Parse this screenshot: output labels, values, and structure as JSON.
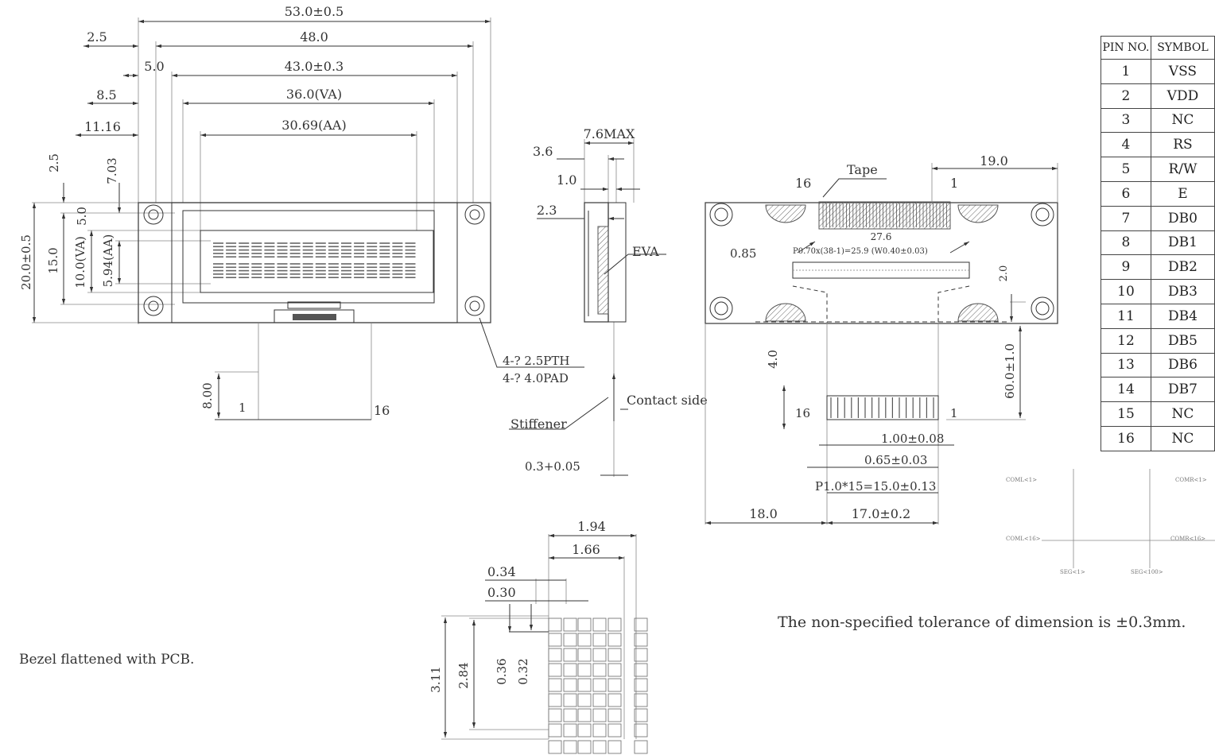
{
  "front_view": {
    "dims_top": [
      "53.0±0.5",
      "48.0",
      "43.0±0.3",
      "36.0(VA)",
      "30.69(AA)"
    ],
    "dims_left_top": [
      "2.5",
      "5.0",
      "8.5",
      "11.16"
    ],
    "dims_vertical": [
      "2.5",
      "7.03",
      "5.0",
      "20.0±0.5",
      "15.0",
      "10.0(VA)",
      "5.94(AA)"
    ],
    "pad_note_1": "4-? 2.5PTH",
    "pad_note_2": "4-? 4.0PAD",
    "fpc_height": "8.00",
    "fpc_pin_first": "1",
    "fpc_pin_last": "16",
    "bezel_note": "Bezel flattened with PCB."
  },
  "side_view": {
    "dims": [
      "7.6MAX",
      "3.6",
      "1.0",
      "2.3",
      "0.3+0.05"
    ],
    "labels": {
      "eva": "EVA",
      "contact_side": "Contact side",
      "stiffener": "Stiffener"
    }
  },
  "rear_view": {
    "labels": {
      "tape": "Tape",
      "pin_16": "16",
      "pin_1": "1"
    },
    "dims": {
      "width_right": "19.0",
      "tape_width": "27.6",
      "pitch": "P0.70x(38-1)=25.9 (W0.40±0.03)",
      "gap": "0.85",
      "thickness": "2.0",
      "fpc_length": "60.0±1.0",
      "stiffener": "4.0",
      "contact_width": "1.00±0.08",
      "contact_gap": "0.65±0.03",
      "contact_pitch": "P1.0*15=15.0±0.13",
      "offset_left": "18.0",
      "fpc_width": "17.0±0.2"
    },
    "tolerance_note": "The non-specified tolerance of dimension is ±0.3mm."
  },
  "dot_detail": {
    "dims": [
      "1.94",
      "1.66",
      "0.34",
      "0.30",
      "3.11",
      "2.84",
      "0.36",
      "0.32"
    ]
  },
  "block_diagram": {
    "labels": [
      "COML<1>",
      "COMR<1>",
      "COML<16>",
      "COMR<16>",
      "SEG<1>",
      "SEG<100>"
    ]
  },
  "pin_table": {
    "headers": [
      "PIN NO.",
      "SYMBOL"
    ],
    "rows": [
      [
        "1",
        "VSS"
      ],
      [
        "2",
        "VDD"
      ],
      [
        "3",
        "NC"
      ],
      [
        "4",
        "RS"
      ],
      [
        "5",
        "R/W"
      ],
      [
        "6",
        "E"
      ],
      [
        "7",
        "DB0"
      ],
      [
        "8",
        "DB1"
      ],
      [
        "9",
        "DB2"
      ],
      [
        "10",
        "DB3"
      ],
      [
        "11",
        "DB4"
      ],
      [
        "12",
        "DB5"
      ],
      [
        "13",
        "DB6"
      ],
      [
        "14",
        "DB7"
      ],
      [
        "15",
        "NC"
      ],
      [
        "16",
        "NC"
      ]
    ]
  }
}
